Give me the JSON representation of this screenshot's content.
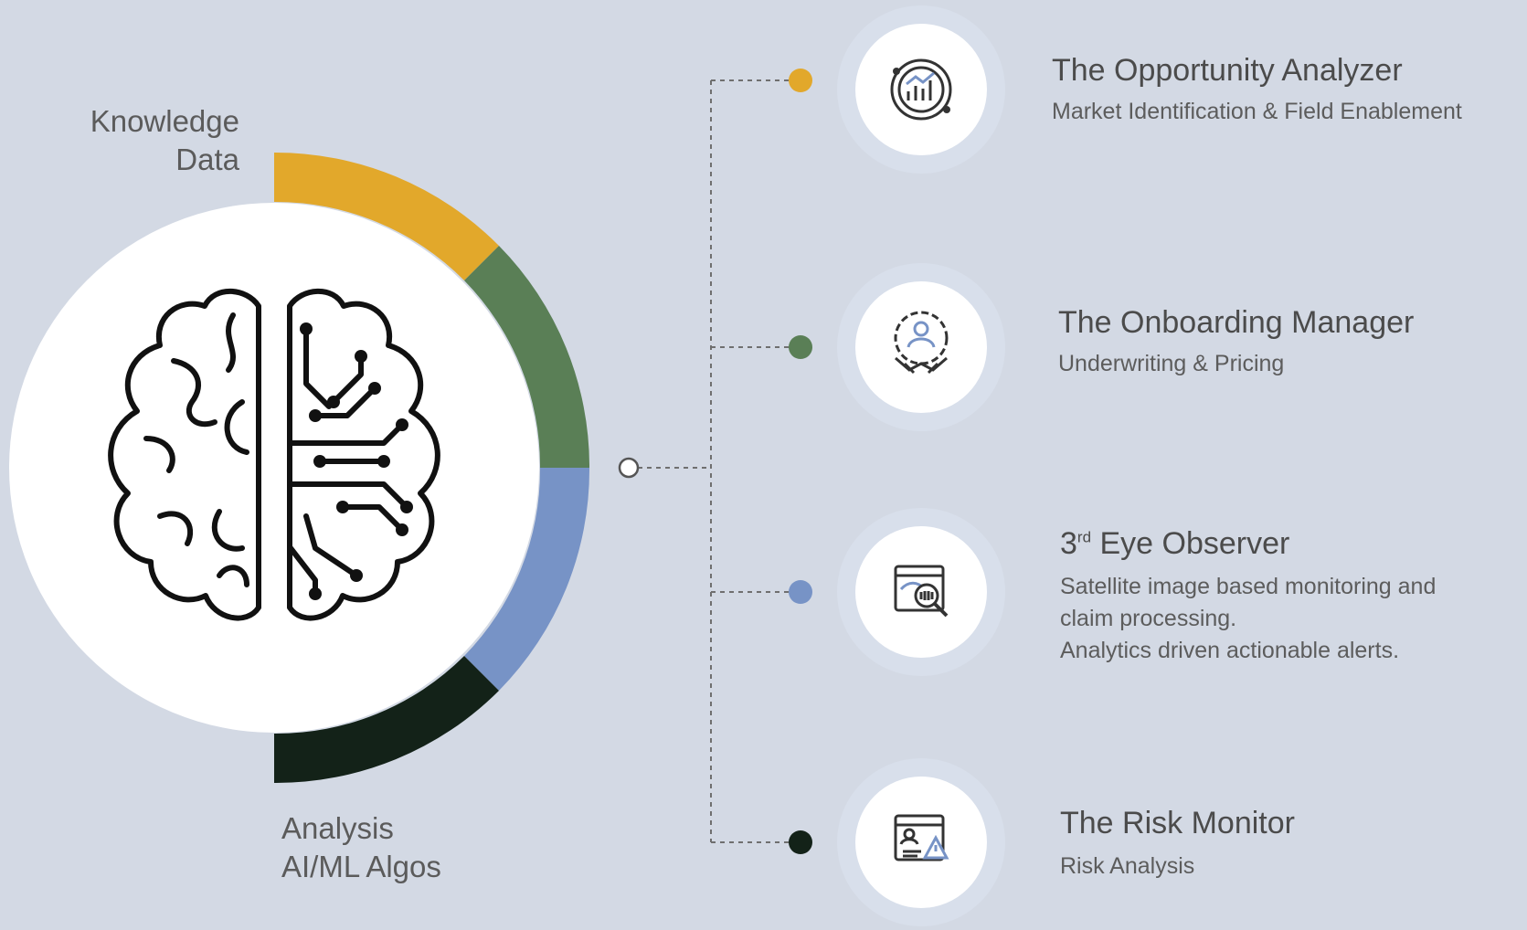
{
  "left_labels": {
    "top": [
      "Knowledge",
      "Data"
    ],
    "bottom": [
      "Analysis",
      "AI/ML Algos"
    ]
  },
  "ring_colors": [
    "#e2a82b",
    "#5a7f56",
    "#7793c6",
    "#132218"
  ],
  "items": [
    {
      "title": "The Opportunity Analyzer",
      "desc": [
        "Market Identification & Field Enablement"
      ],
      "icon": "analytics-chart-icon",
      "dot_color": "#e2a82b"
    },
    {
      "title": "The Onboarding Manager",
      "desc": [
        "Underwriting & Pricing"
      ],
      "icon": "handshake-gear-icon",
      "dot_color": "#5a7f56"
    },
    {
      "title_main": "3",
      "title_sup": "rd",
      "title_rest": " Eye Observer",
      "desc": [
        "Satellite image based monitoring and",
        "claim processing.",
        "Analytics driven actionable alerts."
      ],
      "icon": "eye-inspection-icon",
      "dot_color": "#7793c6"
    },
    {
      "title": "The Risk Monitor",
      "desc": [
        "Risk Analysis"
      ],
      "icon": "risk-alert-icon",
      "dot_color": "#132218"
    }
  ]
}
